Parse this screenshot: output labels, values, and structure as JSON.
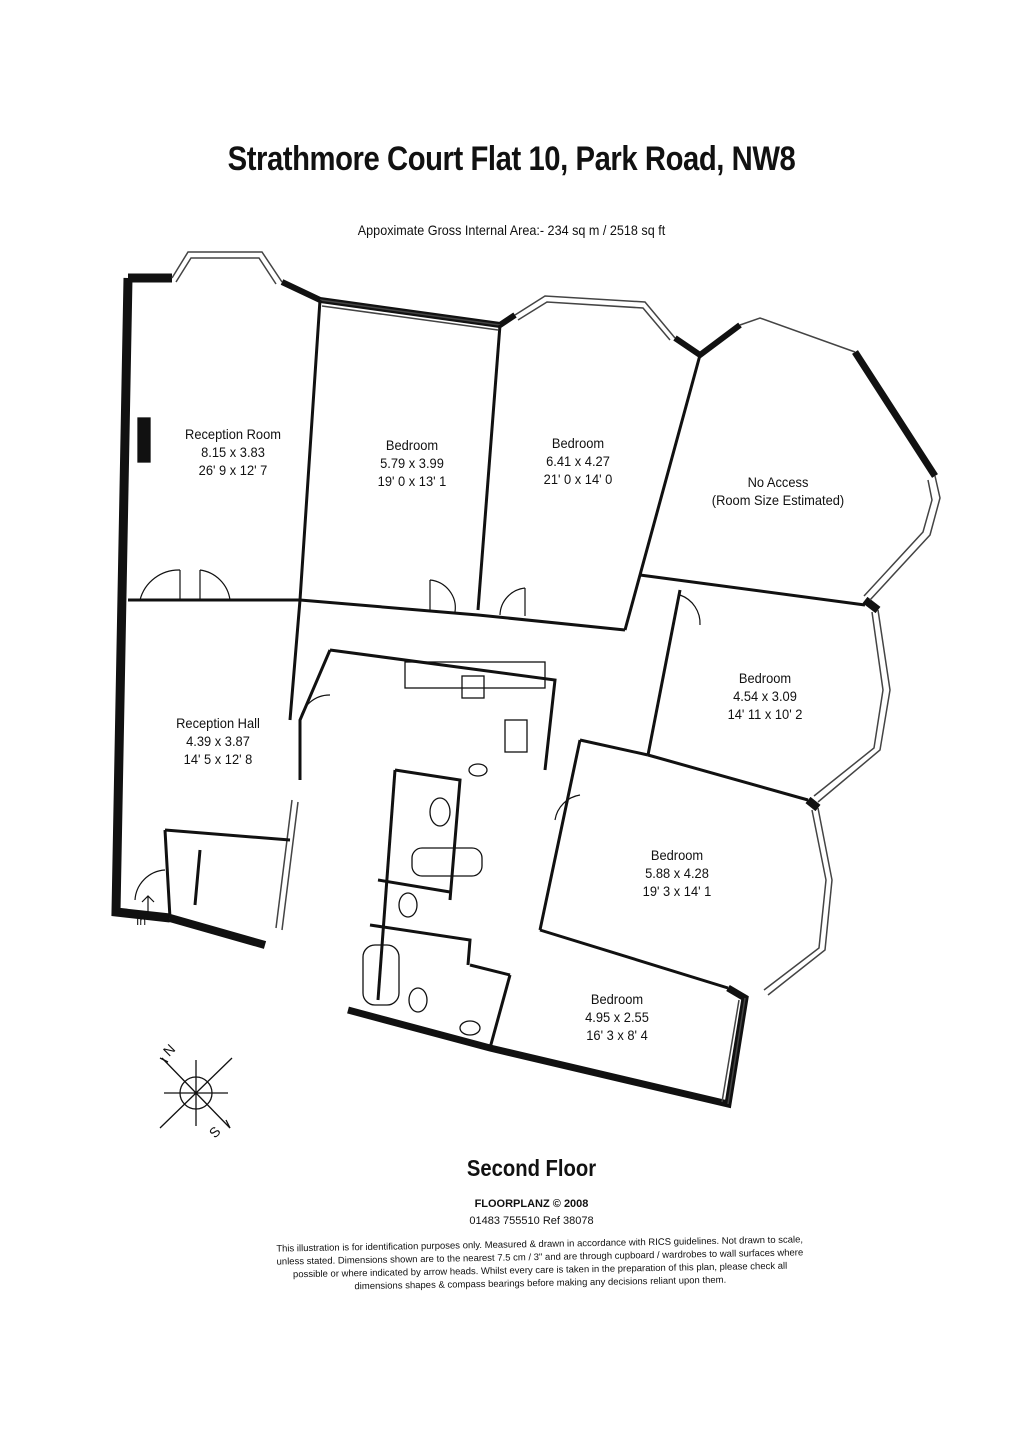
{
  "title": "Strathmore Court Flat 10, Park Road, NW8",
  "area": "Appoximate Gross Internal Area:- 234 sq m / 2518 sq ft",
  "rooms": [
    {
      "key": "reception_room",
      "name": "Reception Room",
      "metric": "8.15 x 3.83",
      "imperial": "26' 9 x 12' 7"
    },
    {
      "key": "bedroom_1",
      "name": "Bedroom",
      "metric": "5.79 x 3.99",
      "imperial": "19' 0 x 13' 1"
    },
    {
      "key": "bedroom_2",
      "name": "Bedroom",
      "metric": "6.41 x 4.27",
      "imperial": "21' 0 x 14' 0"
    },
    {
      "key": "no_access",
      "name": "No Access",
      "metric": "(Room Size Estimated)",
      "imperial": ""
    },
    {
      "key": "bedroom_3",
      "name": "Bedroom",
      "metric": "4.54 x 3.09",
      "imperial": "14' 11 x 10' 2"
    },
    {
      "key": "reception_hall",
      "name": "Reception Hall",
      "metric": "4.39 x 3.87",
      "imperial": "14' 5 x 12' 8"
    },
    {
      "key": "bedroom_4",
      "name": "Bedroom",
      "metric": "5.88 x 4.28",
      "imperial": "19' 3 x 14' 1"
    },
    {
      "key": "bedroom_5",
      "name": "Bedroom",
      "metric": "4.95 x 2.55",
      "imperial": "16' 3 x 8' 4"
    }
  ],
  "entrance_label": "In",
  "compass": {
    "n": "N",
    "s": "S"
  },
  "floor_label": "Second Floor",
  "copyright": "FLOORPLANZ © 2008",
  "contact": "01483 755510    Ref 38078",
  "disclaimer": "This illustration is for identification purposes only. Measured & drawn in accordance with RICS guidelines. Not drawn to scale, unless stated. Dimensions shown are to the nearest 7.5 cm / 3\" and are through cupboard / wardrobes to wall surfaces where possible or where indicated by arrow heads. Whilst every care is taken in the preparation of this plan, please check all dimensions shapes & compass bearings before making any decisions reliant upon them."
}
